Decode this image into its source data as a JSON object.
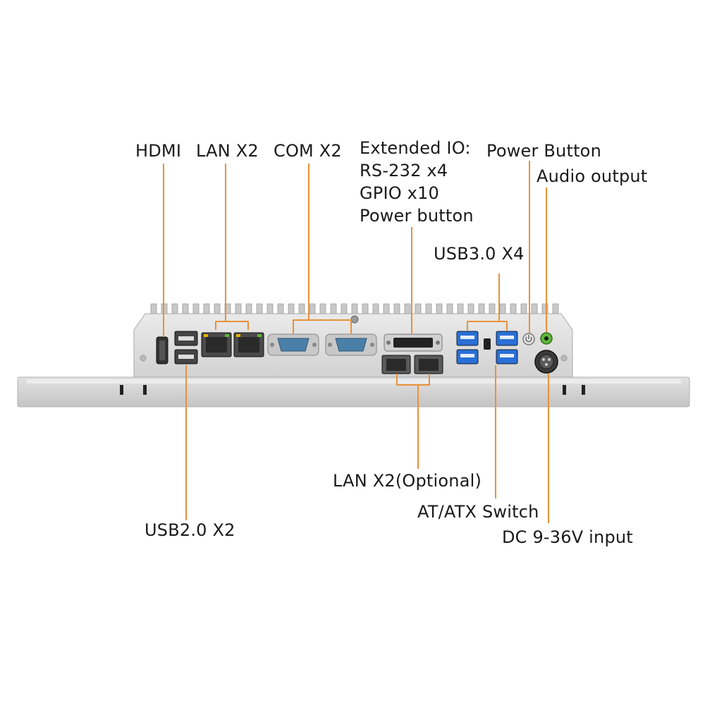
{
  "labels": {
    "hdmi": "HDMI",
    "lan_top": "LAN X2",
    "com": "COM X2",
    "extended_io": [
      "Extended IO:",
      "RS-232 x4",
      "GPIO x10",
      "Power button"
    ],
    "power_button": "Power Button",
    "audio_output": "Audio output",
    "usb30": "USB3.0 X4",
    "usb20": "USB2.0 X2",
    "lan_bottom": "LAN X2(Optional)",
    "atatx_switch": "AT/ATX Switch",
    "dc_input": "DC 9-36V input"
  },
  "colors": {
    "callout": "#e8913a",
    "chassis": "#dcdcdc",
    "chassis_dark": "#b8b8b8",
    "panel": "#cfcfcf",
    "usb3_blue": "#2a6fd6",
    "com_blue": "#4a7fa8",
    "audio_green": "#5fb83a",
    "text": "#1a1a1a"
  }
}
